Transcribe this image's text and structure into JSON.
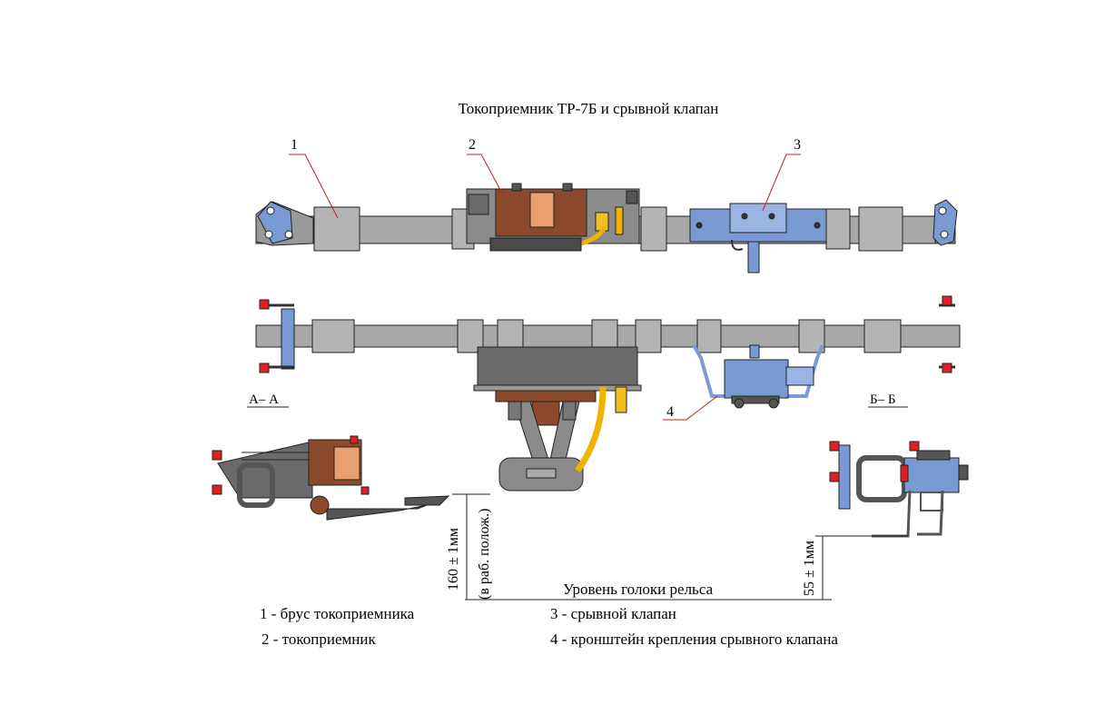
{
  "title": "Токоприемник ТР-7Б и срывной клапан",
  "callouts": [
    "1",
    "2",
    "3",
    "4"
  ],
  "sections": {
    "a": "А– А",
    "b": "Б– Б"
  },
  "dimensions": {
    "left_value": "160 ± 1мм",
    "left_note": "(в раб. полож.)",
    "right_value": "55 ± 1мм",
    "rail_level": "Уровень голоки рельса"
  },
  "legend": [
    "1 - брус токоприемника",
    "2 - токоприемник",
    "3 - срывной клапан",
    "4 - кронштейн крепления срывного клапана"
  ],
  "colors": {
    "beam_gray": "#a8a8a8",
    "collector_brown": "#8b4a2b",
    "valve_blue": "#7a9ad4",
    "cable_yellow": "#f0b400",
    "bolt_red": "#e02020",
    "outline": "#222222"
  }
}
